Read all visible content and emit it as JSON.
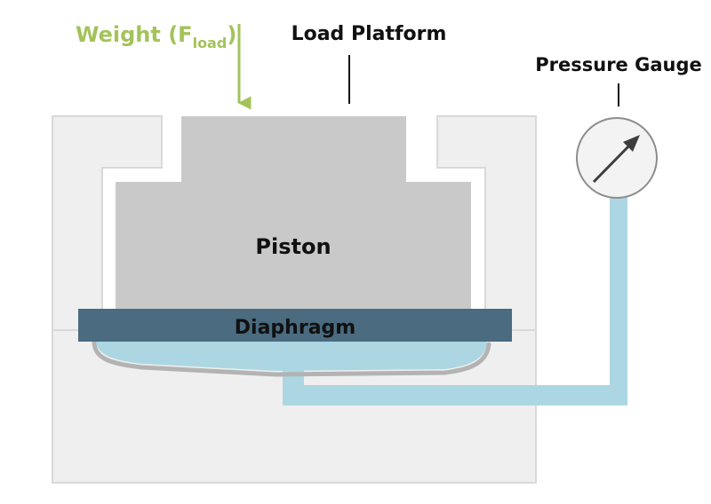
{
  "labels": {
    "weight_main": "Weight (F",
    "weight_sub": "load",
    "weight_close": ")",
    "load_platform": "Load Platform",
    "pressure_gauge": "Pressure Gauge",
    "piston": "Piston",
    "diaphragm": "Diaphragm"
  },
  "colors": {
    "housing_fill": "#efefef",
    "housing_stroke": "#d9d9d9",
    "piston_fill": "#c9c9c9",
    "diaphragm_fill": "#4a6b80",
    "fluid_fill": "#acd7e2",
    "cushion_stroke": "#b3b3b3",
    "weight_green": "#a3c35a",
    "text_dark": "#111111",
    "gauge_fill": "#f3f3f3",
    "gauge_stroke": "#8c8c8c",
    "needle": "#3d3d3d"
  }
}
